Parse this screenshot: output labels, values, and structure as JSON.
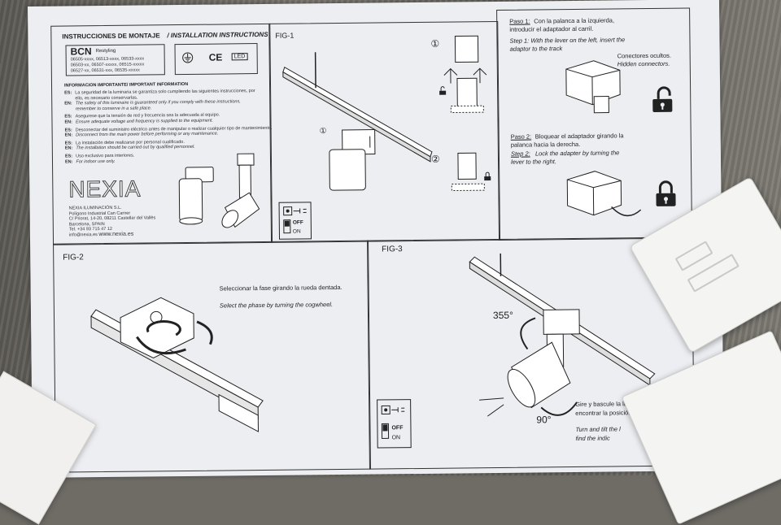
{
  "header": {
    "title_es": "INSTRUCCIONES DE MONTAJE",
    "title_en": "/ INSTALLATION INSTRUCTIONS",
    "product": "BCN",
    "product_sub": "Restyling",
    "codes": [
      "06505-xxxx, 06513-xxxx, 06533-xxxx",
      "06503-xx, 06507-xxxxx, 06515-xxxxx",
      "06527-xx, 06531-xxx, 06535-xxxxx"
    ],
    "ce": "CE",
    "led": "LED"
  },
  "info": {
    "heading": "INFORMACION IMPORTANTE/ IMPORTANT INFORMATION",
    "rows": [
      {
        "k": "ES:",
        "t": "La seguridad de la luminaria se garantiza solo cumpliendo las siguientes instrucciones, por ello, es necesario conservarlas."
      },
      {
        "k": "EN:",
        "t": "The safety of this luminaire is guaranteed only if you comply with these instructions, remember to conserve in a safe place."
      },
      {
        "k": "ES:",
        "t": "Asegurese que la tensión de red y frecuencia sea la adecuada al equipo."
      },
      {
        "k": "EN:",
        "t": "Ensure adequate voltage and frequency is supplied to the equipment."
      },
      {
        "k": "ES:",
        "t": "Desconectar del suministro eléctrico antes de manipular o realizar cualquier tipo de mantenimiento."
      },
      {
        "k": "EN:",
        "t": "Disconnect from the main power before performing or any maintenance."
      },
      {
        "k": "ES:",
        "t": "La instalación debe realizarse por personal cualificado."
      },
      {
        "k": "EN:",
        "t": "The installation should be carried out by qualified personnel."
      },
      {
        "k": "ES:",
        "t": "Uso exclusivo para interiores."
      },
      {
        "k": "EN:",
        "t": "For indoor use only."
      }
    ]
  },
  "brand": {
    "logo": "NEXIA",
    "address": [
      "NEXIA ILUMINACIÓN S.L.",
      "Polígono Industrial Can Carner",
      "C/ Priorat, 14-20, 08211 Castellar del Vallès",
      "Barcelona, SPAIN",
      "Tel. +34 93 715 47 12",
      "info@nexia.es"
    ],
    "web": "www.nexia.es"
  },
  "fig1": {
    "label": "FIG-1",
    "step1": "1",
    "step2": "2",
    "n1": "①",
    "n2": "②",
    "off": "OFF",
    "on": "ON"
  },
  "steps": {
    "paso1": "Paso 1:",
    "paso1_text": "Con la palanca a la izquierda, introducir el adaptador al carril.",
    "step1": "Step 1:",
    "step1_text": "Step 1: With the lever on the left, insert the adaptor to the track",
    "hidden_es": "Conectores ocultos.",
    "hidden_en": "Hidden connectors.",
    "paso2": "Paso 2:",
    "paso2_text": "Bloquear el adaptador girando la palanca hacia la derecha.",
    "step2": "Step 2:",
    "step2_text": "Lock the adapter by turning the lever to the right."
  },
  "fig2": {
    "label": "FIG-2",
    "es": "Seleccionar la fase girando la rueda dentada.",
    "en": "Select the phase by turning the cogwheel."
  },
  "fig3": {
    "label": "FIG-3",
    "deg355": "355°",
    "deg90": "90°",
    "es": "Gire y bascule la luminaria ha",
    "es2": "encontrar la posición indic",
    "en": "Turn and tilt the l",
    "en2": "find the indic",
    "off": "OFF",
    "on": "ON"
  },
  "colors": {
    "paper": "#eceef2",
    "ink": "#222222",
    "wood": "#6f6c66"
  }
}
